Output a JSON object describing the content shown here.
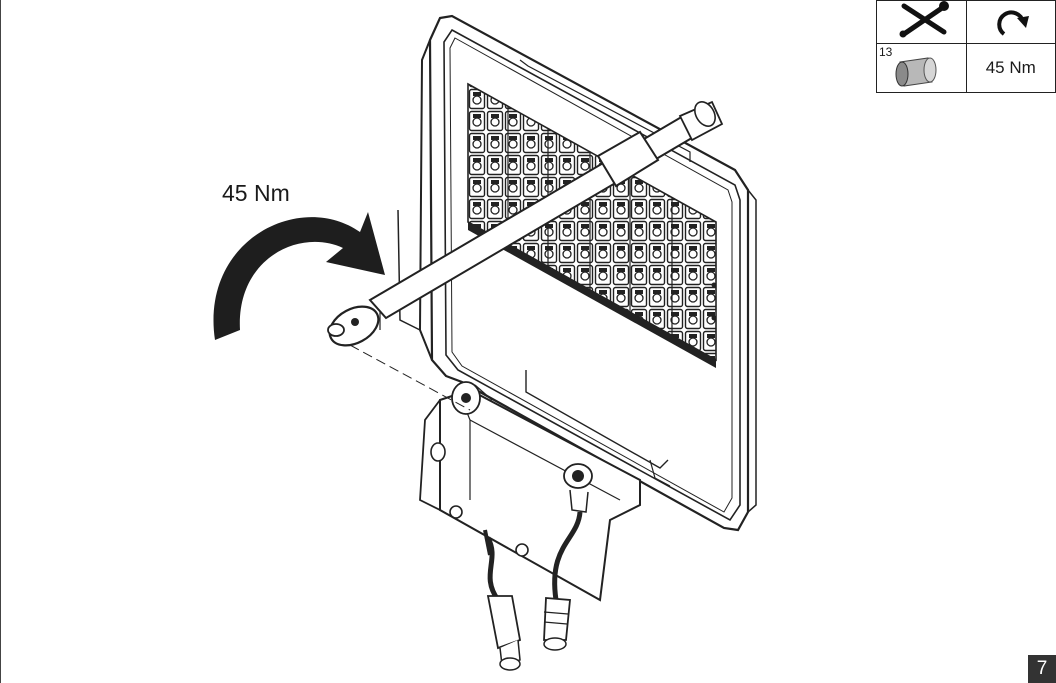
{
  "spec_table": {
    "tool_icon": "crossed-wrench-screwdriver-icon",
    "torque_icon": "clockwise-rotation-icon",
    "socket_icon": "hex-socket-icon",
    "socket_size": "13",
    "torque_value": "45 Nm"
  },
  "illustration": {
    "torque_label": "45 Nm",
    "arrow_icon": "curved-rotation-arrow-icon"
  },
  "page_number": "7"
}
